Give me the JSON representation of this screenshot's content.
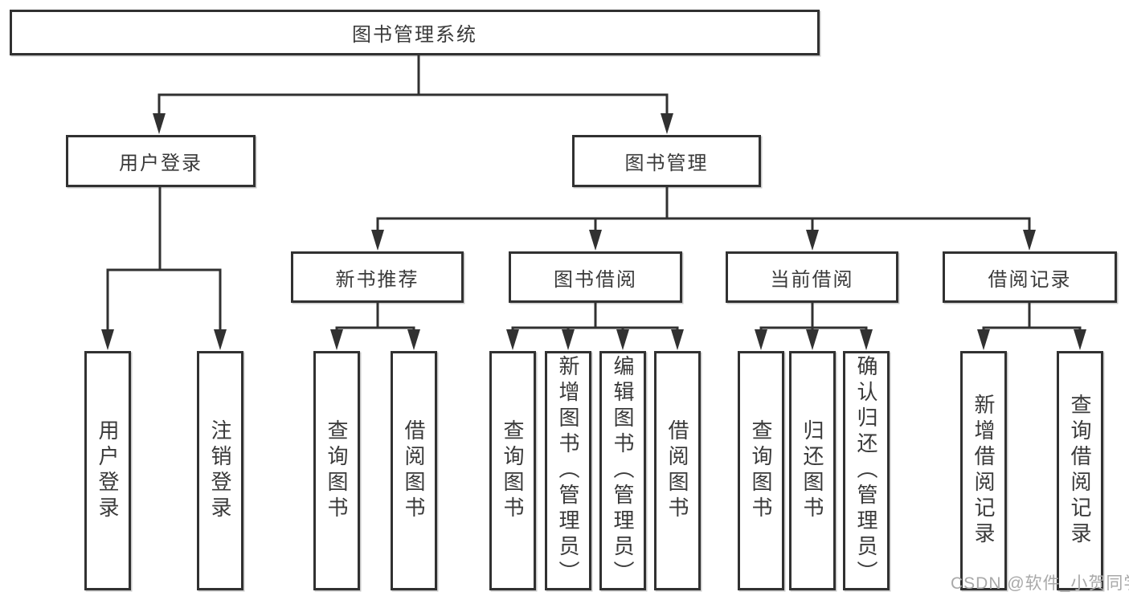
{
  "diagram_type": "hierarchy-tree",
  "colors": {
    "line": "#313131",
    "box_border": "#313131",
    "box_background": "#ffffff",
    "text": "#3a3a3a",
    "watermark": "#a9a9a9"
  },
  "tree": {
    "label": "图书管理系统",
    "children": [
      {
        "label": "用户登录",
        "children": [
          {
            "label": "用户登录"
          },
          {
            "label": "注销登录"
          }
        ]
      },
      {
        "label": "图书管理",
        "children": [
          {
            "label": "新书推荐",
            "children": [
              {
                "label": "查询图书"
              },
              {
                "label": "借阅图书"
              }
            ]
          },
          {
            "label": "图书借阅",
            "children": [
              {
                "label": "查询图书"
              },
              {
                "label": "新增图书（管理员）"
              },
              {
                "label": "编辑图书（管理员）"
              },
              {
                "label": "借阅图书"
              }
            ]
          },
          {
            "label": "当前借阅",
            "children": [
              {
                "label": "查询图书"
              },
              {
                "label": "归还图书"
              },
              {
                "label": "确认归还（管理员）"
              }
            ]
          },
          {
            "label": "借阅记录",
            "children": [
              {
                "label": "新增借阅记录"
              },
              {
                "label": "查询借阅记录"
              }
            ]
          }
        ]
      }
    ]
  },
  "watermark": {
    "text": "CSDN @软件_小贺同学"
  }
}
